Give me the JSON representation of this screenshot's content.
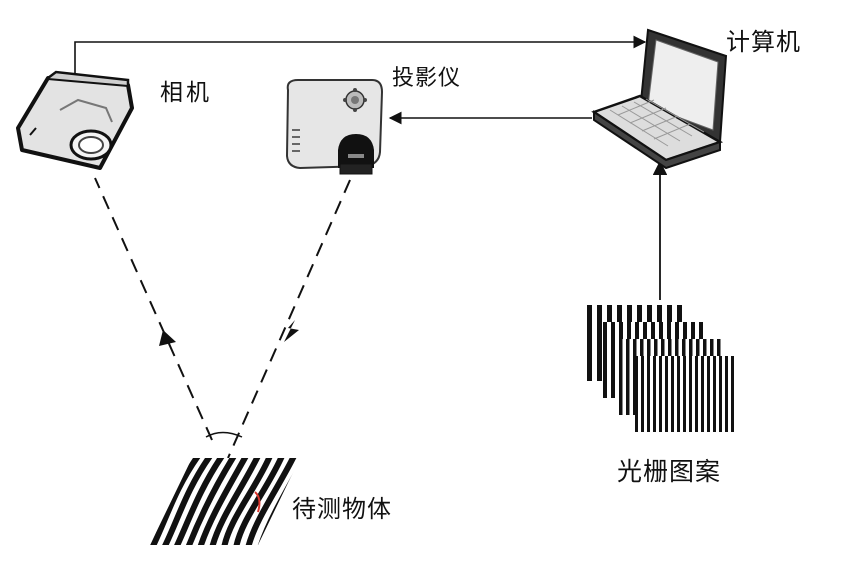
{
  "labels": {
    "camera": "相机",
    "projector": "投影仪",
    "computer": "计算机",
    "grating_pattern": "光栅图案",
    "object": "待测物体"
  },
  "colors": {
    "line": "#111111",
    "device_fill": "#e6e6e6",
    "object_highlight": "#d9342b"
  },
  "icons": [
    "camera-icon",
    "projector-icon",
    "laptop-icon",
    "fringe-pattern-stack",
    "fringe-object"
  ]
}
